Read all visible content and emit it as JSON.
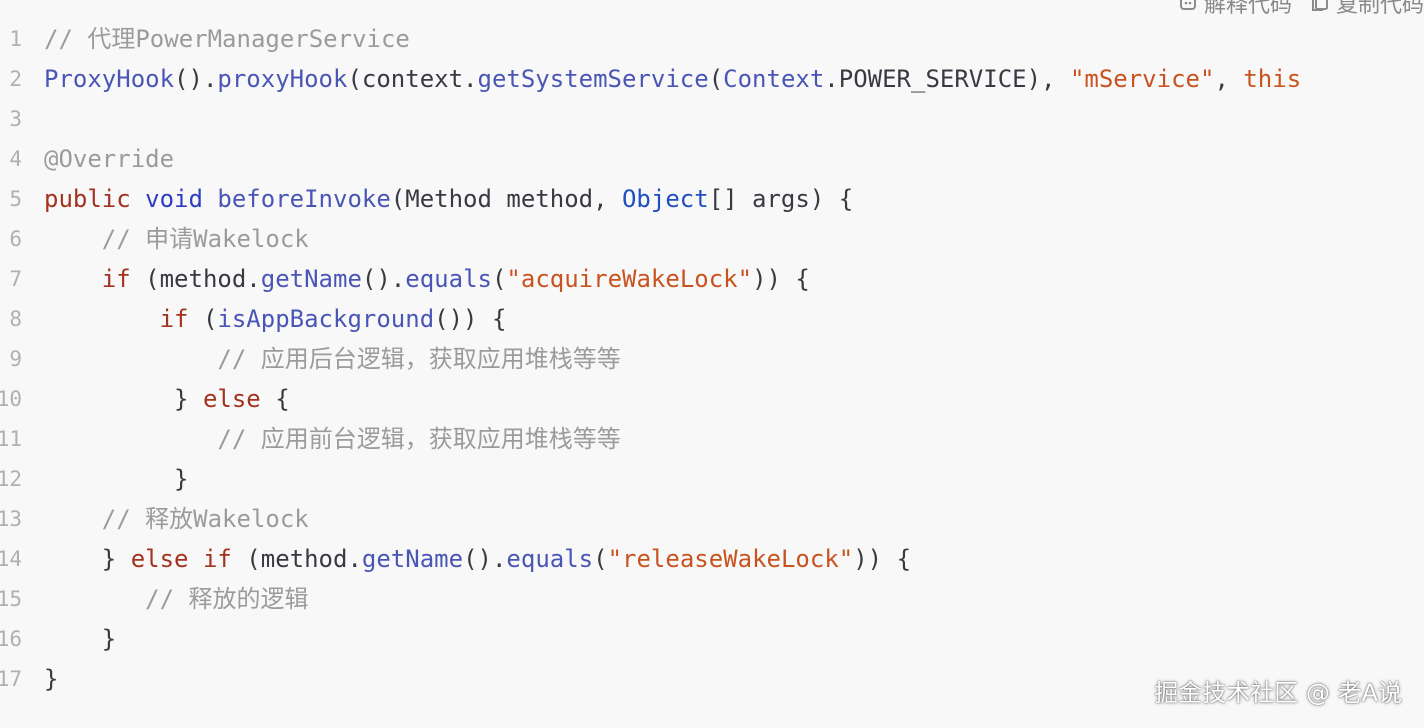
{
  "toolbar": {
    "explain_label": "解释代码",
    "copy_label": "复制代码"
  },
  "code_lines": [
    {
      "num": "1",
      "indent": "",
      "tokens": [
        {
          "t": "// 代理PowerManagerService",
          "c": "comment"
        }
      ]
    },
    {
      "num": "2",
      "indent": "",
      "tokens": [
        {
          "t": "ProxyHook",
          "c": "fn"
        },
        {
          "t": "().",
          "c": "plain"
        },
        {
          "t": "proxyHook",
          "c": "fn"
        },
        {
          "t": "(context.",
          "c": "plain"
        },
        {
          "t": "getSystemService",
          "c": "fn"
        },
        {
          "t": "(",
          "c": "plain"
        },
        {
          "t": "Context",
          "c": "fn"
        },
        {
          "t": ".POWER_SERVICE), ",
          "c": "plain"
        },
        {
          "t": "\"mService\"",
          "c": "str"
        },
        {
          "t": ", ",
          "c": "plain"
        },
        {
          "t": "this",
          "c": "str"
        }
      ]
    },
    {
      "num": "3",
      "indent": "",
      "tokens": []
    },
    {
      "num": "4",
      "indent": "",
      "tokens": [
        {
          "t": "@Override",
          "c": "comment"
        }
      ]
    },
    {
      "num": "5",
      "indent": "",
      "tokens": [
        {
          "t": "public",
          "c": "kw"
        },
        {
          "t": " ",
          "c": "plain"
        },
        {
          "t": "void",
          "c": "kw2"
        },
        {
          "t": " ",
          "c": "plain"
        },
        {
          "t": "beforeInvoke",
          "c": "fn"
        },
        {
          "t": "(Method method, ",
          "c": "plain"
        },
        {
          "t": "Object",
          "c": "type"
        },
        {
          "t": "[] args) {",
          "c": "plain"
        }
      ]
    },
    {
      "num": "6",
      "indent": "    ",
      "tokens": [
        {
          "t": "// 申请Wakelock",
          "c": "comment"
        }
      ]
    },
    {
      "num": "7",
      "indent": "    ",
      "tokens": [
        {
          "t": "if",
          "c": "kw"
        },
        {
          "t": " (method.",
          "c": "plain"
        },
        {
          "t": "getName",
          "c": "fn"
        },
        {
          "t": "().",
          "c": "plain"
        },
        {
          "t": "equals",
          "c": "fn"
        },
        {
          "t": "(",
          "c": "plain"
        },
        {
          "t": "\"acquireWakeLock\"",
          "c": "str"
        },
        {
          "t": ")) {",
          "c": "plain"
        }
      ]
    },
    {
      "num": "8",
      "indent": "        ",
      "tokens": [
        {
          "t": "if",
          "c": "kw"
        },
        {
          "t": " (",
          "c": "plain"
        },
        {
          "t": "isAppBackground",
          "c": "fn"
        },
        {
          "t": "()) {",
          "c": "plain"
        }
      ]
    },
    {
      "num": "9",
      "indent": "            ",
      "tokens": [
        {
          "t": "// 应用后台逻辑，获取应用堆栈等等",
          "c": "comment"
        }
      ]
    },
    {
      "num": "10",
      "indent": "         ",
      "tokens": [
        {
          "t": "} ",
          "c": "plain"
        },
        {
          "t": "else",
          "c": "kw"
        },
        {
          "t": " {",
          "c": "plain"
        }
      ]
    },
    {
      "num": "11",
      "indent": "            ",
      "tokens": [
        {
          "t": "// 应用前台逻辑，获取应用堆栈等等",
          "c": "comment"
        }
      ]
    },
    {
      "num": "12",
      "indent": "         ",
      "tokens": [
        {
          "t": "}",
          "c": "plain"
        }
      ]
    },
    {
      "num": "13",
      "indent": "    ",
      "tokens": [
        {
          "t": "// 释放Wakelock",
          "c": "comment"
        }
      ]
    },
    {
      "num": "14",
      "indent": "    ",
      "tokens": [
        {
          "t": "} ",
          "c": "plain"
        },
        {
          "t": "else",
          "c": "kw"
        },
        {
          "t": " ",
          "c": "plain"
        },
        {
          "t": "if",
          "c": "kw"
        },
        {
          "t": " (method.",
          "c": "plain"
        },
        {
          "t": "getName",
          "c": "fn"
        },
        {
          "t": "().",
          "c": "plain"
        },
        {
          "t": "equals",
          "c": "fn"
        },
        {
          "t": "(",
          "c": "plain"
        },
        {
          "t": "\"releaseWakeLock\"",
          "c": "str"
        },
        {
          "t": ")) {",
          "c": "plain"
        }
      ]
    },
    {
      "num": "15",
      "indent": "       ",
      "tokens": [
        {
          "t": "// 释放的逻辑",
          "c": "comment"
        }
      ]
    },
    {
      "num": "16",
      "indent": "    ",
      "tokens": [
        {
          "t": "}",
          "c": "plain"
        }
      ]
    },
    {
      "num": "17",
      "indent": "",
      "tokens": [
        {
          "t": "}",
          "c": "plain"
        }
      ]
    }
  ],
  "watermark": "掘金技术社区 @ 老A说"
}
